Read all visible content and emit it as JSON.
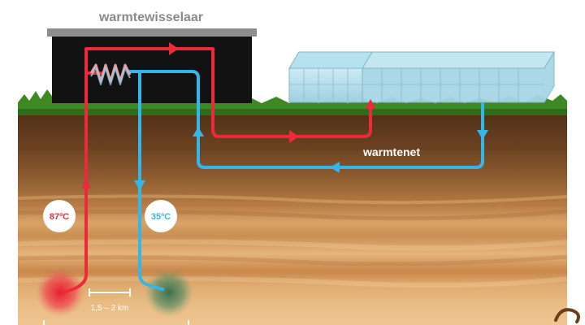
{
  "labels": {
    "building": "warmtewisselaar",
    "network": "warmtenet",
    "hot_temp": "87ºC",
    "cold_temp": "35ºC",
    "distance": "1,5 – 2 km"
  },
  "colors": {
    "hot": "#ee2a3a",
    "cold": "#36b6e8",
    "soil_dark": "#5e3a1e",
    "soil_light": "#e3b27a",
    "grass": "#3d8a24",
    "building": "#121212",
    "text_gray": "#8a8a8a"
  }
}
